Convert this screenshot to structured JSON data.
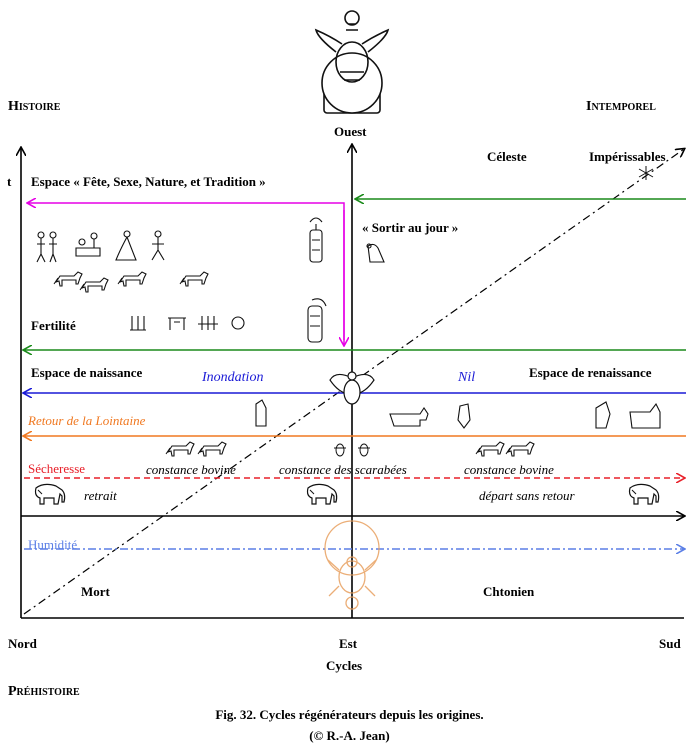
{
  "corners": {
    "top_left": "Histoire",
    "top_right": "Intemporel",
    "bottom_left": "Préhistoire"
  },
  "axis": {
    "top": "Ouest",
    "t": "t",
    "left": "Nord",
    "center": "Est",
    "right": "Sud",
    "bottom": "Cycles"
  },
  "labels": {
    "celeste": "Céleste",
    "imperissables": "Impérissables",
    "espace_fete": "Espace « Fête, Sexe, Nature, et Tradition »",
    "sortir": "« Sortir au jour »",
    "fertilite": "Fertilité",
    "naissance": "Espace de naissance",
    "inondation": "Inondation",
    "nil": "Nil",
    "renaissance": "Espace de renaissance",
    "lointaine": "Retour de la Lointaine",
    "secheresse": "Sécheresse",
    "constance_bovine_1": "constance bovine",
    "constance_scarabees": "constance des scarabées",
    "constance_bovine_2": "constance bovine",
    "retrait": "retrait",
    "depart": "départ sans retour",
    "humidite": "Humidité",
    "mort": "Mort",
    "chtonien": "Chtonien"
  },
  "caption": {
    "title": "Fig. 32. Cycles régénérateurs depuis les origines.",
    "credit": "(© R.-A. Jean)"
  },
  "colors": {
    "magenta": "#e600e6",
    "green": "#1a8a1a",
    "blue": "#1a1ad6",
    "orange": "#f07820",
    "red": "#e8202a",
    "light_blue": "#5b7fe6",
    "scarab_orange": "#e8a060"
  },
  "icons": [
    "scarab-sun-icon",
    "goddess-hathor-icon",
    "ba-bird-icon",
    "cattle-icon",
    "elephant-icon",
    "lion-icon",
    "star-icon"
  ]
}
